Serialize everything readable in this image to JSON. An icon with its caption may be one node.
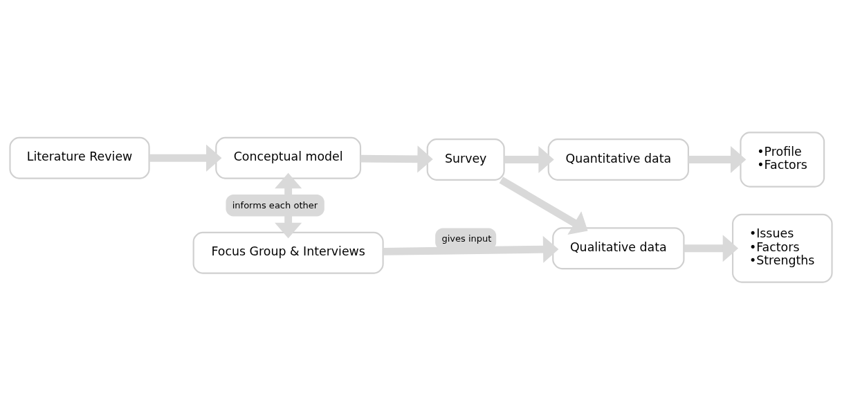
{
  "diagram": {
    "nodes": [
      {
        "text": [
          "Literature Review"
        ]
      },
      {
        "text": [
          "Conceptual model"
        ]
      },
      {
        "text": [
          "Focus Group & Interviews"
        ]
      },
      {
        "text": [
          "Survey"
        ]
      },
      {
        "text": [
          "Qualitative data"
        ]
      },
      {
        "text": [
          "Quantitative data"
        ]
      },
      {
        "text": [
          "•Issues",
          "•Factors",
          "•Strengths"
        ]
      },
      {
        "text": [
          "•Profile",
          "•Factors"
        ]
      }
    ],
    "edges": [
      {
        "from": 0,
        "to": 1,
        "arrow": "to"
      },
      {
        "from": 1,
        "to": 2,
        "arrow": "both",
        "label": "informs each other"
      },
      {
        "from": 2,
        "to": 4,
        "arrow": "to",
        "label": "gives input"
      },
      {
        "from": 1,
        "to": 3,
        "arrow": "to"
      },
      {
        "from": 3,
        "to": 4,
        "arrow": "to"
      },
      {
        "from": 3,
        "to": 5,
        "arrow": "to"
      },
      {
        "from": 4,
        "to": 6,
        "arrow": "to"
      },
      {
        "from": 5,
        "to": 7,
        "arrow": "to"
      }
    ]
  }
}
